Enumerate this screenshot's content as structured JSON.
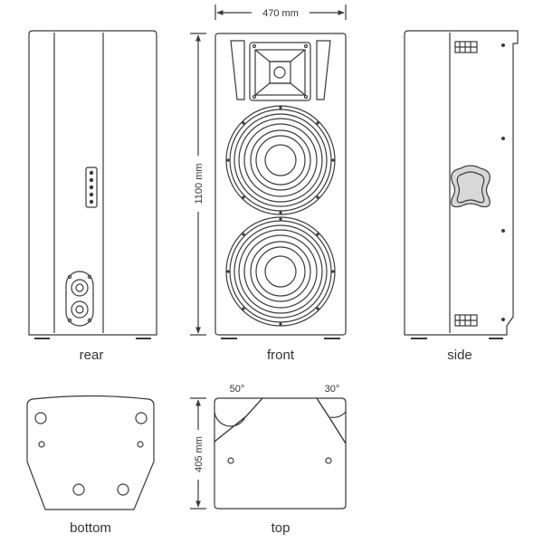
{
  "views": {
    "rear": "rear",
    "front": "front",
    "side": "side",
    "bottom": "bottom",
    "top": "top"
  },
  "dimensions": {
    "width": "470 mm",
    "height": "1100 mm",
    "depth": "405 mm"
  },
  "angles": {
    "left": "50°",
    "right": "30°"
  },
  "colors": {
    "line": "#3a3a3a",
    "handle_fill": "#d8d8d8",
    "background": "#ffffff"
  }
}
